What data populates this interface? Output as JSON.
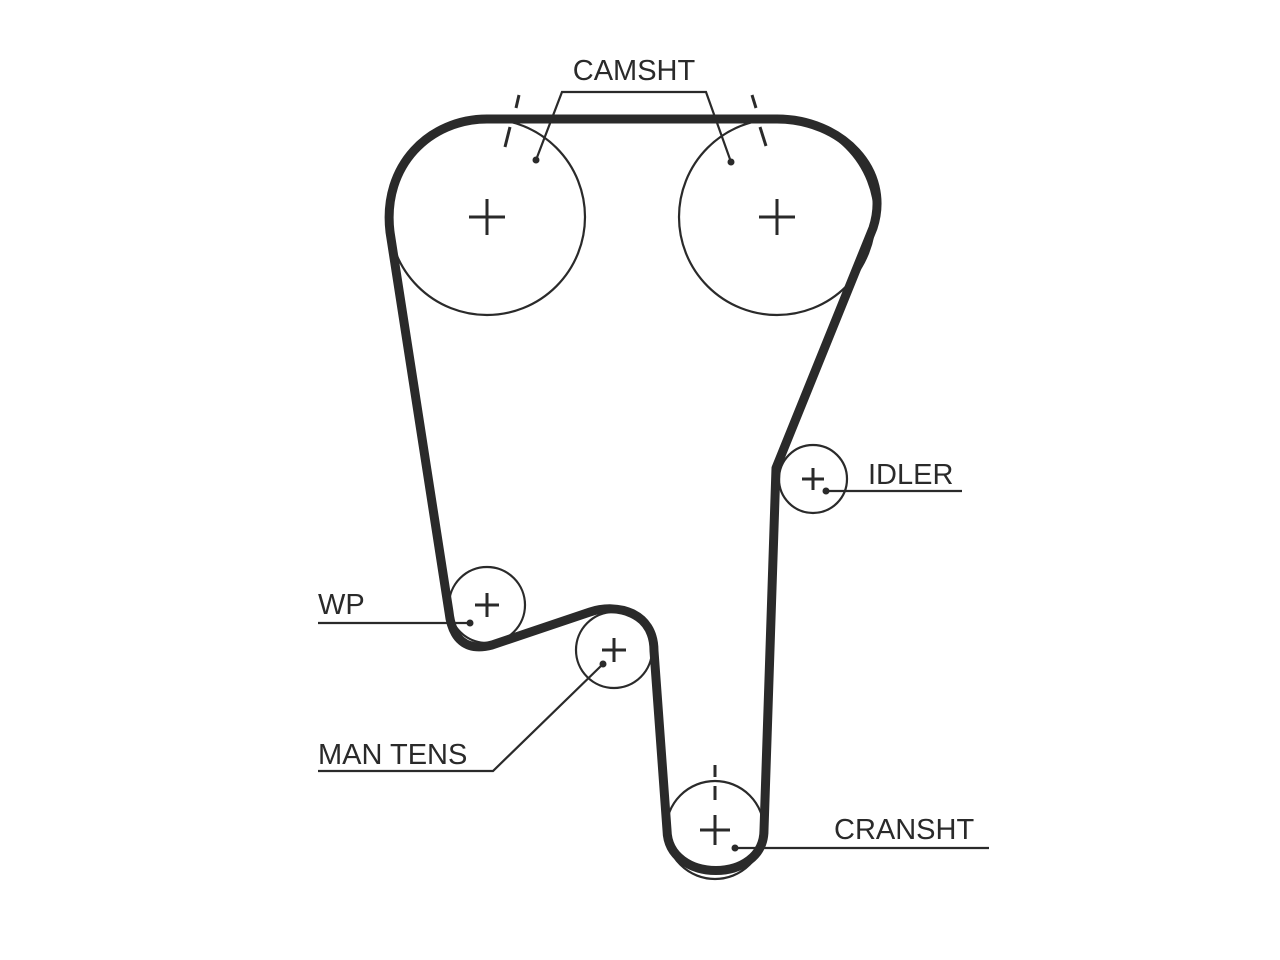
{
  "labels": {
    "camshaft": "CAMSHT",
    "idler": "IDLER",
    "water_pump": "WP",
    "manual_tensioner": "MAN TENS",
    "crankshaft": "CRANSHT"
  },
  "colors": {
    "line": "#2a2a2a",
    "background": "#ffffff"
  }
}
